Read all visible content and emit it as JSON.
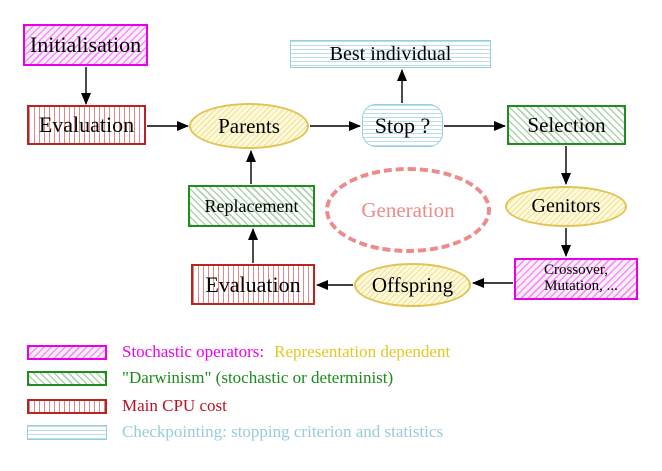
{
  "diagram": {
    "nodes": {
      "initialisation": {
        "label": "Initialisation"
      },
      "best_individual": {
        "label": "Best individual"
      },
      "evaluation_top": {
        "label": "Evaluation"
      },
      "parents": {
        "label": "Parents"
      },
      "stop": {
        "label": "Stop ?"
      },
      "selection": {
        "label": "Selection"
      },
      "replacement": {
        "label": "Replacement"
      },
      "generation": {
        "label": "Generation"
      },
      "genitors": {
        "label": "Genitors"
      },
      "crossover_mutation": {
        "line1": "Crossover,",
        "line2": "Mutation, ..."
      },
      "offspring": {
        "label": "Offspring"
      },
      "evaluation_bottom": {
        "label": "Evaluation"
      }
    },
    "flow": [
      "Initialisation -> Evaluation",
      "Evaluation -> Parents",
      "Parents -> Stop ?",
      "Stop ? -> Best individual",
      "Stop ? -> Selection",
      "Selection -> Genitors",
      "Genitors -> Crossover, Mutation, ...",
      "Crossover, Mutation, ... -> Offspring",
      "Offspring -> Evaluation",
      "Evaluation -> Replacement",
      "Replacement -> Parents"
    ]
  },
  "legend": {
    "items": [
      {
        "swatch": "magenta-diagonal-hatch",
        "text": "Stochastic operators:",
        "text2": "Representation dependent"
      },
      {
        "swatch": "green-diagonal-hatch",
        "text": "\"Darwinism\" (stochastic or determinist)"
      },
      {
        "swatch": "red-vertical-stripes",
        "text": "Main CPU cost"
      },
      {
        "swatch": "cyan-horizontal-stripes",
        "text": "Checkpointing: stopping criterion and statistics"
      }
    ]
  },
  "colors": {
    "magenta": "#ee00ee",
    "gold": "#e8c522",
    "green": "#1a8c1a",
    "red": "#bb1122",
    "cyan": "#99cbdd",
    "salmon": "#ee8a8a",
    "yellow_node_border": "#e2c455",
    "arrow": "#000000"
  }
}
